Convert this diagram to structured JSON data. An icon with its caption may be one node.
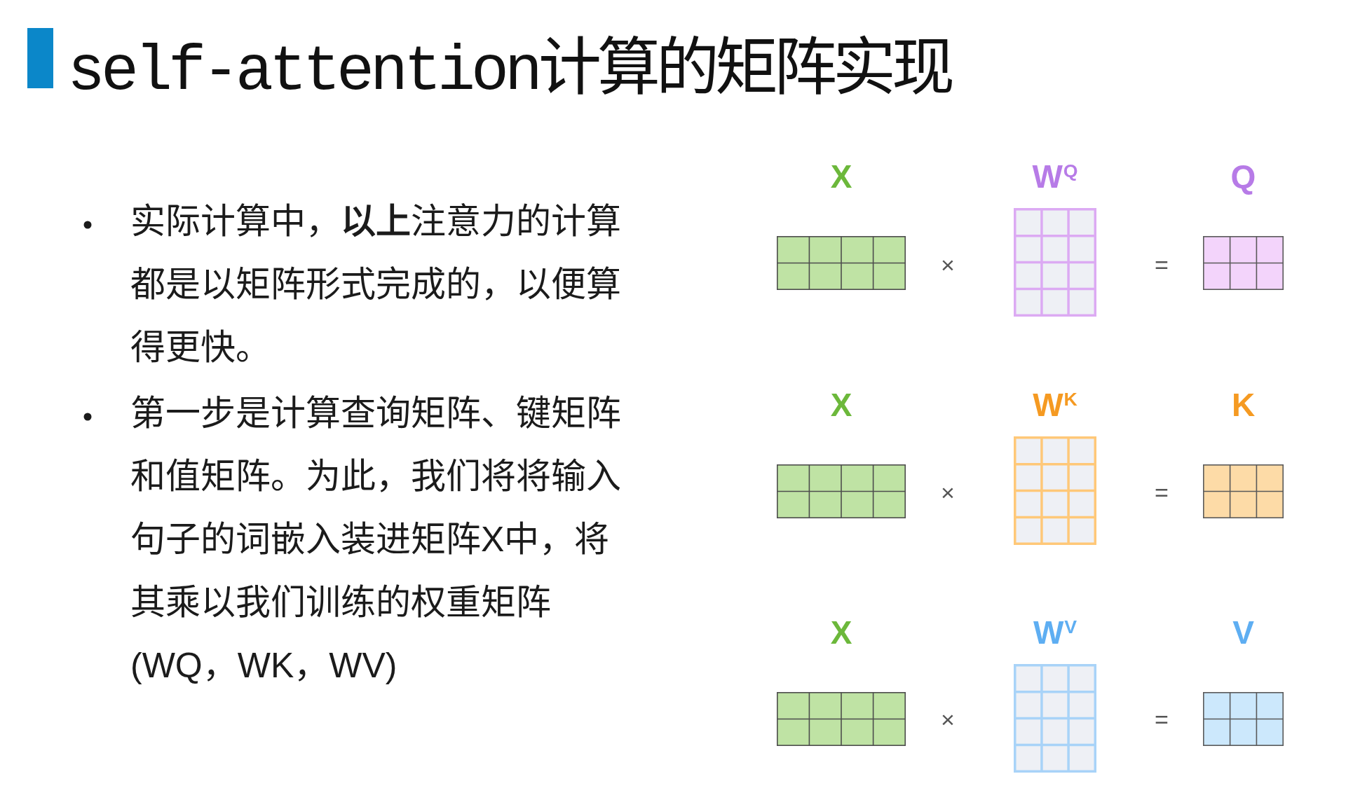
{
  "diagram": {
    "title": "self-attention计算的矩阵实现",
    "nodes": [
      {
        "text": [
          "X"
        ]
      },
      {
        "text": [
          "W$^{Q}$"
        ]
      },
      {
        "text": [
          "Q"
        ]
      },
      {
        "text": [
          "X"
        ]
      },
      {
        "text": [
          "W$^{K}$"
        ]
      },
      {
        "text": [
          "K"
        ]
      },
      {
        "text": [
          "X"
        ]
      },
      {
        "text": [
          "W$^{V}$"
        ]
      },
      {
        "text": [
          "V"
        ]
      }
    ],
    "labels": [
      "实际计算中，**以上**注意力的计算都是以矩阵形式完成的，以便算得更快。",
      "第一步是计算查询矩阵、键矩阵和值矩阵。为此，我们将将输入句子的词嵌入装进矩阵X中，将其乘以我们训练的权重矩阵(WQ，WK，WV)",
      "×",
      "=",
      "×",
      "=",
      "×",
      "="
    ]
  }
}
